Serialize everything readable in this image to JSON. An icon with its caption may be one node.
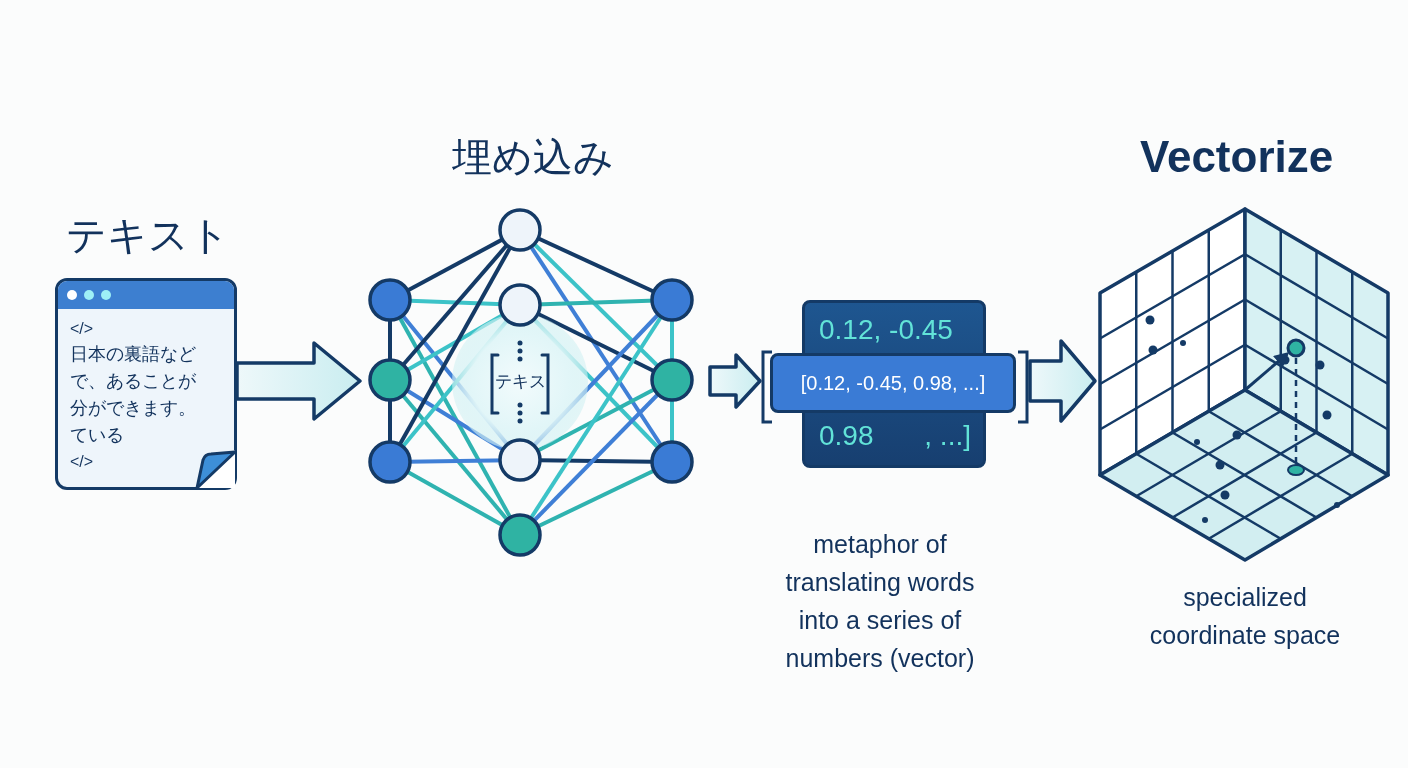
{
  "diagram": {
    "nodes": [
      {
        "text": [
          "テキスト",
          "</>",
          "日本の裏語などで、あることが分ができます。ている",
          "</>"
        ]
      },
      {
        "text": [
          "埋め込み",
          "テキス"
        ]
      },
      {
        "text": [
          "0.12, -0.45",
          "[0.12, -0.45, 0.98, ...]",
          "0.98",
          ", ...]"
        ],
        "beside": [
          "metaphor of translating words into a series of numbers (vector)"
        ]
      },
      {
        "text": [
          "Vectorize"
        ],
        "beside": [
          "specialized coordinate space"
        ]
      }
    ],
    "edges": [
      {
        "from": 0,
        "to": 1,
        "arrow": "to"
      },
      {
        "from": 1,
        "to": 2,
        "arrow": "to"
      },
      {
        "from": 2,
        "to": 3,
        "arrow": "to"
      }
    ]
  }
}
